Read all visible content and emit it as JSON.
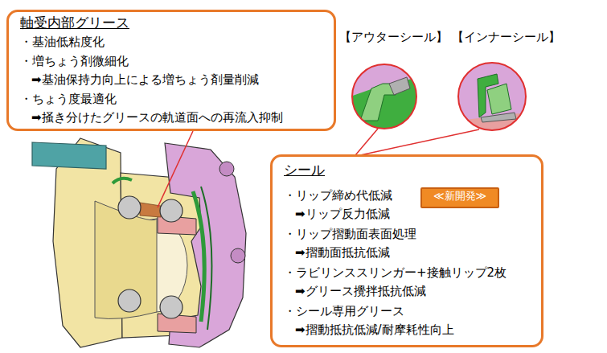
{
  "diagram": {
    "nodes": [
      {
        "text": [
          "軸受内部グリース",
          "・基油低粘度化",
          "・増ちょう剤微細化",
          "➡基油保持力向上による増ちょう剤量削減",
          "・ちょう度最適化",
          "➡掻き分けたグリースの軌道面への再流入抑制"
        ]
      },
      {
        "text": [
          "シール",
          "・リップ締め代低減",
          "➡リップ反力低減",
          "・リップ摺動面表面処理",
          "➡摺動面抵抗低減",
          "・ラビリンススリンガー+接触リップ2枚",
          "➡グリース攪拌抵抗低減",
          "・シール専用グリース",
          "➡摺動抵抗低減/耐摩耗性向上"
        ]
      },
      {
        "text": [
          "≪新開発≫"
        ],
        "in": 1
      }
    ],
    "labels": [
      "【アウターシール】",
      "【インナーシール】"
    ]
  }
}
